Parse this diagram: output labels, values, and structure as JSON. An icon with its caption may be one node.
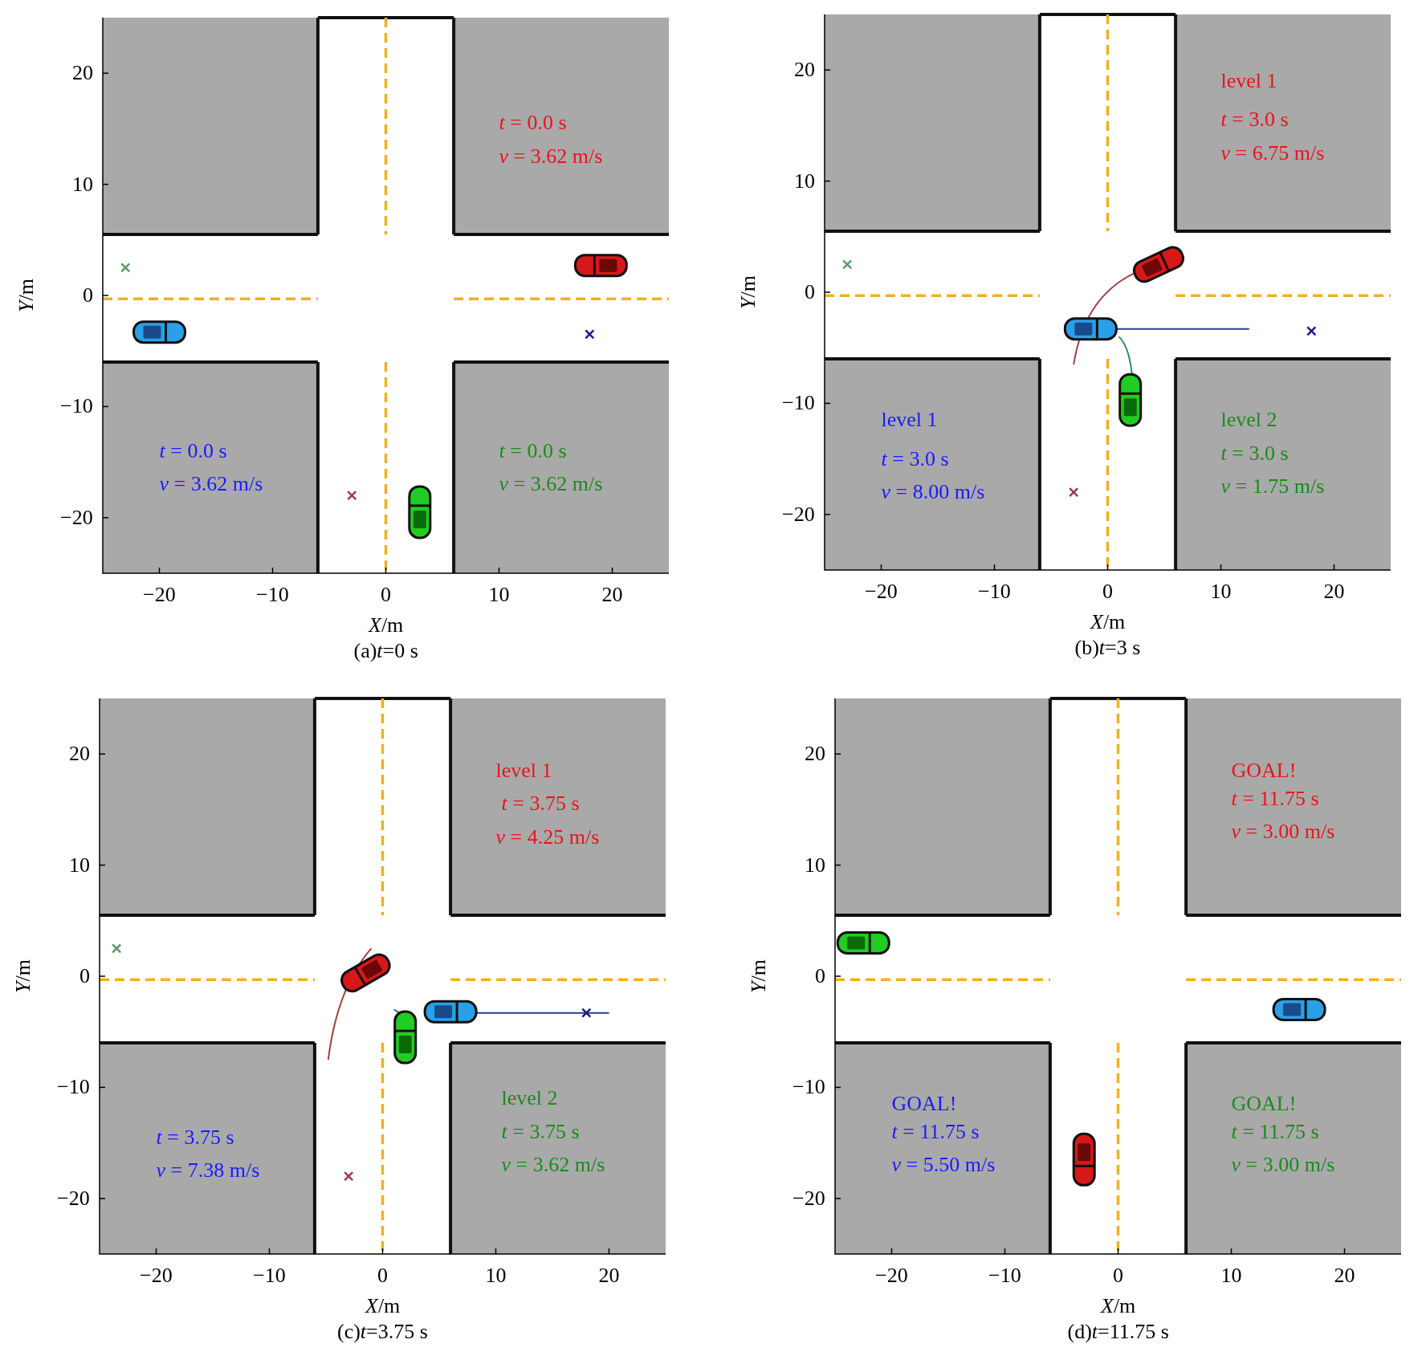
{
  "diagram": {
    "labels": [
      "20",
      "10",
      "0",
      "−10",
      "−20",
      "*t* = 0.0 s",
      "*v* = 3.62 m/s",
      "*t* = 0.0 s",
      "*v* = 3.62 m/s",
      "*t* = 0.0 s",
      "*v* = 3.62 m/s",
      "−20",
      "−10",
      "0",
      "10",
      "20",
      "*X*/m",
      "*Y*/m",
      "(a)*t*=0 s",
      "20",
      "10",
      "0",
      "−10",
      "−20",
      "level 1",
      "*t* = 3.0 s",
      "*v* = 6.75 m/s",
      "level 1",
      "*t* = 3.0 s",
      "*v* = 8.00 m/s",
      "level 2",
      "*t* = 3.0 s",
      "*v* = 1.75 m/s",
      "−20",
      "−10",
      "0",
      "10",
      "20",
      "*X*/m",
      "*Y*/m",
      "(b)*t*=3 s",
      "20",
      "10",
      "0",
      "−10",
      "−20",
      "level 1",
      "*t* = 3.75 s",
      "*v* = 4.25 m/s",
      "*t* = 3.75 s",
      "*v* = 7.38 m/s",
      "level 2",
      "*t* = 3.75 s",
      "*v* = 3.62 m/s",
      "−20",
      "−10",
      "0",
      "10",
      "20",
      "*X*/m",
      "*Y*/m",
      "(c)*t*=3.75 s",
      "20",
      "10",
      "0",
      "−10",
      "−20",
      "GOAL!",
      "*t* = 11.75 s",
      "*v* = 3.00 m/s",
      "GOAL!",
      "*t* = 11.75 s",
      "*v* = 5.50 m/s",
      "GOAL!",
      "*t* = 11.75 s",
      "*v* = 3.00 m/s",
      "−20",
      "−10",
      "0",
      "10",
      "20",
      "*X*/m",
      "*Y*/m",
      "(d)*t*=11.75 s"
    ]
  }
}
